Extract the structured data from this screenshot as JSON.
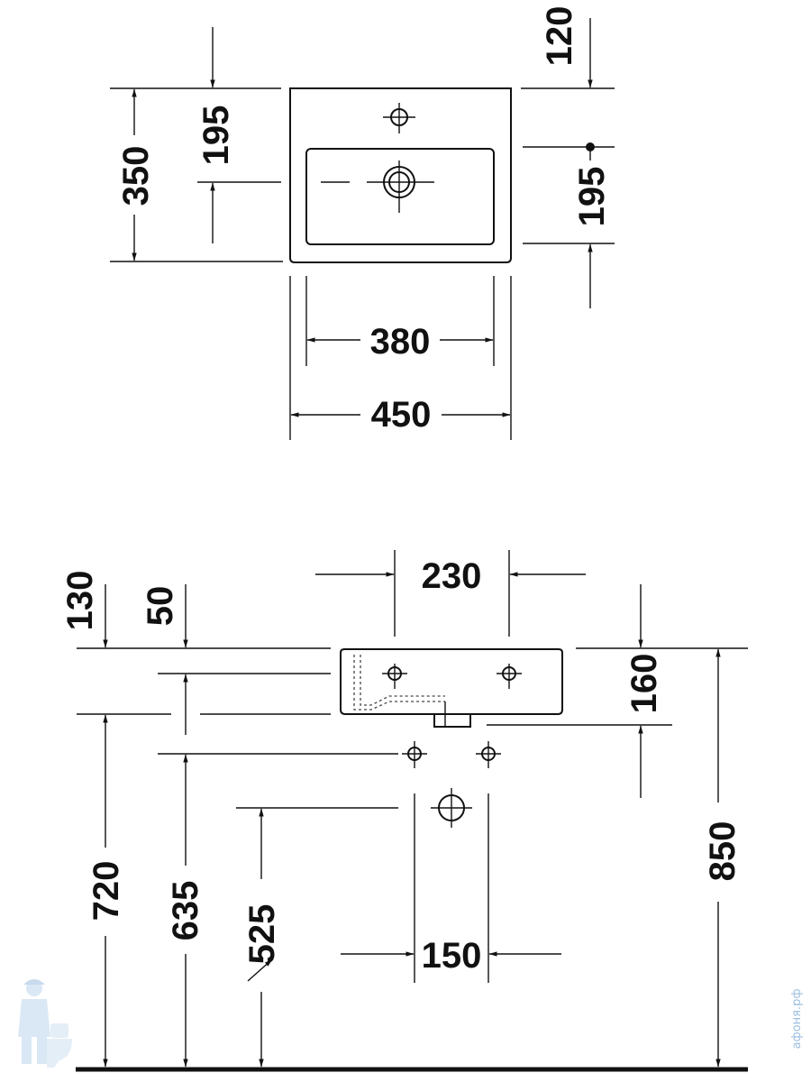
{
  "top_view": {
    "dims": {
      "offset_120": "120",
      "depth_195_left": "195",
      "depth_350": "350",
      "depth_195_right": "195",
      "bowl_width_380": "380",
      "total_width_450": "450"
    }
  },
  "side_view": {
    "dims": {
      "spacing_230": "230",
      "offset_130": "130",
      "offset_50": "50",
      "height_160": "160",
      "height_720": "720",
      "height_635": "635",
      "height_525": "525",
      "spacing_150": "150",
      "height_850": "850"
    }
  },
  "watermark": {
    "text": "афоня.рф",
    "mascot": "plumber-mascot-icon"
  },
  "colors": {
    "line": "#111111",
    "watermark": "#9bbfe0"
  }
}
